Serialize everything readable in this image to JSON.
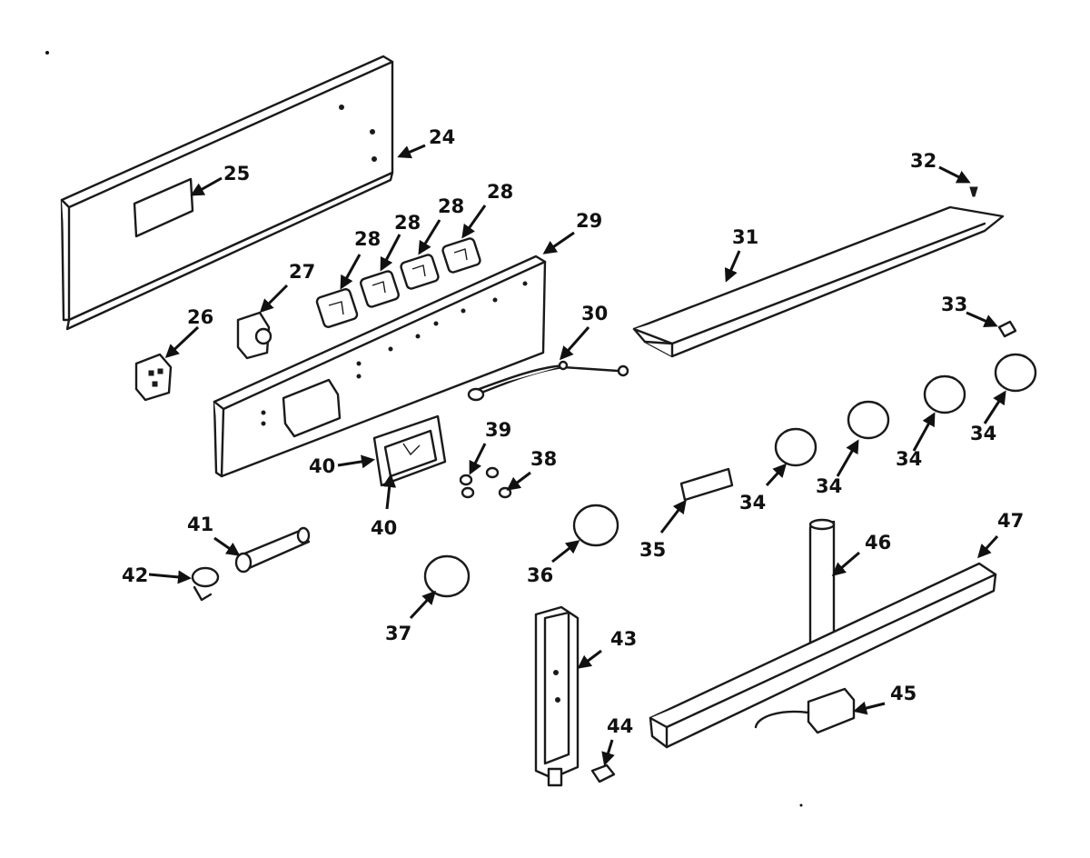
{
  "labels": {
    "l24": "24",
    "l25": "25",
    "l26": "26",
    "l27": "27",
    "l28a": "28",
    "l28b": "28",
    "l28c": "28",
    "l28d": "28",
    "l29": "29",
    "l30": "30",
    "l31": "31",
    "l32": "32",
    "l33": "33",
    "l34a": "34",
    "l34b": "34",
    "l34c": "34",
    "l34d": "34",
    "l35": "35",
    "l36": "36",
    "l37": "37",
    "l38": "38",
    "l39": "39",
    "l40": "40",
    "l40b": "40",
    "l41": "41",
    "l42": "42",
    "l43": "43",
    "l44": "44",
    "l45": "45",
    "l46": "46",
    "l47": "47"
  }
}
